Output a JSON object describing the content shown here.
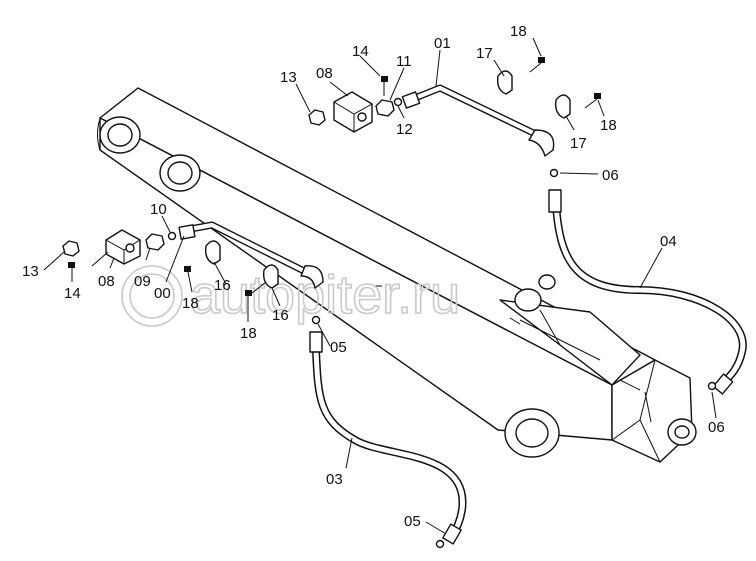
{
  "watermark": "autopiter.ru",
  "labels": {
    "p01": "01",
    "p03": "03",
    "p04": "04",
    "p05a": "05",
    "p05b": "05",
    "p06a": "06",
    "p06b": "06",
    "p08a": "08",
    "p08b": "08",
    "p09": "09",
    "p10": "10",
    "p11": "11",
    "p12": "12",
    "p13a": "13",
    "p13b": "13",
    "p14a": "14",
    "p14b": "14",
    "p16a": "16",
    "p16b": "16",
    "p17a": "17",
    "p17b": "17",
    "p18a": "18",
    "p18b": "18",
    "p18c": "18",
    "p18d": "18",
    "p00": "00"
  }
}
